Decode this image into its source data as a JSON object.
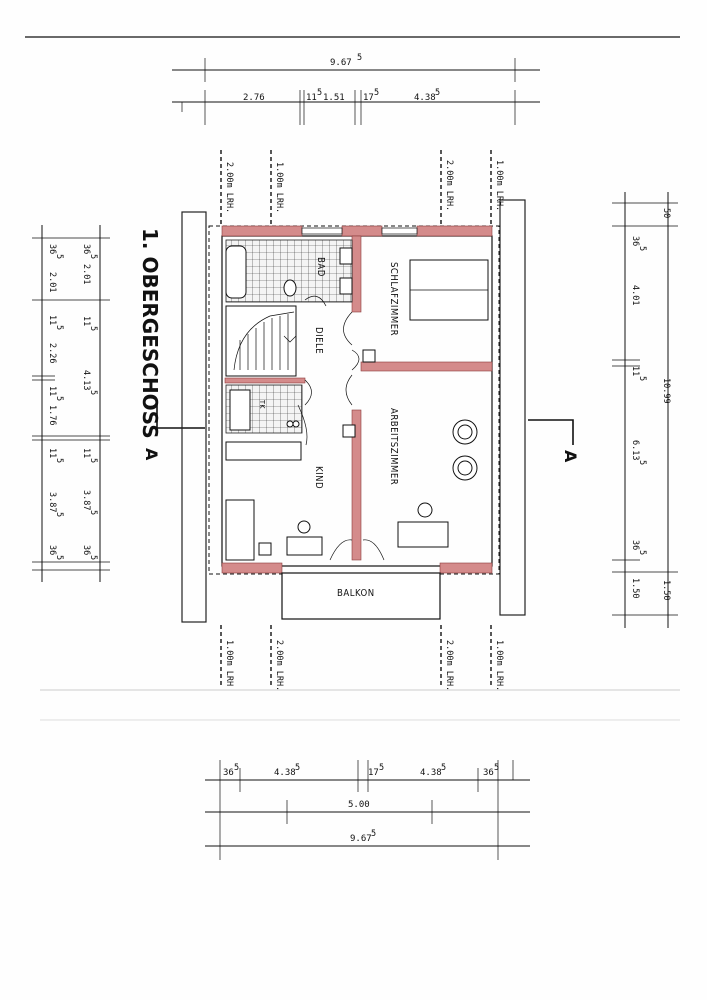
{
  "title": "1. OBERGESCHOSS",
  "section_mark": "A",
  "rooms": {
    "bad": "BAD",
    "schlafzimmer": "SCHLAFZIMMER",
    "diele": "DIELE",
    "arbeitszimmer": "ARBEITSZIMMER",
    "kind": "KIND",
    "balkon": "BALKON",
    "tk": "TK"
  },
  "top_dims": {
    "total": "9.67",
    "total_sup": "5",
    "d1": "2.76",
    "d2": "11",
    "d2_sup": "5",
    "d3": "1.51",
    "d4": "17",
    "d4_sup": "5",
    "d5": "4.38",
    "d5_sup": "5"
  },
  "bottom_dims": {
    "d1": "36",
    "d1_sup": "5",
    "d2": "4.38",
    "d2_sup": "5",
    "d3": "17",
    "d3_sup": "5",
    "d4": "4.38",
    "d4_sup": "5",
    "d5": "36",
    "d5_sup": "5",
    "mid": "5.00",
    "total": "9.67",
    "total_sup": "5"
  },
  "lrh_labels": {
    "top_1": "2.00m LRH.",
    "top_2": "1.00m LRH.",
    "top_3": "2.00m LRH.",
    "top_4": "1.00m LRH.",
    "bot_1": "1.00m LRH",
    "bot_2": "2.00m LRH.",
    "bot_3": "2.00m LRH.",
    "bot_4": "1.00m LRH."
  },
  "left_dims": {
    "a1": "36",
    "a1_sup": "5",
    "a2": "2.01",
    "a3": "11",
    "a3_sup": "5",
    "a4": "2.26",
    "a5": "11",
    "a5_sup": "5",
    "a6": "1.76",
    "a7": "11",
    "a7_sup": "5",
    "a8": "3.87",
    "a8_sup": "5",
    "a9": "36",
    "a9_sup": "5",
    "b1": "36",
    "b1_sup": "5",
    "b2": "2.01",
    "b3": "11",
    "b3_sup": "5",
    "b4": "4.13",
    "b4_sup": "5",
    "b5": "11",
    "b5_sup": "5",
    "b6": "3.87",
    "b6_sup": "5",
    "b7": "36",
    "b7_sup": "5"
  },
  "right_dims": {
    "r1": "50",
    "r2": "36",
    "r2_sup": "5",
    "r3": "4.01",
    "r4": "11",
    "r4_sup": "5",
    "r5": "6.13",
    "r5_sup": "5",
    "r6": "36",
    "r6_sup": "5",
    "r7": "1.50",
    "total": "10.99",
    "r8": "1.50"
  }
}
